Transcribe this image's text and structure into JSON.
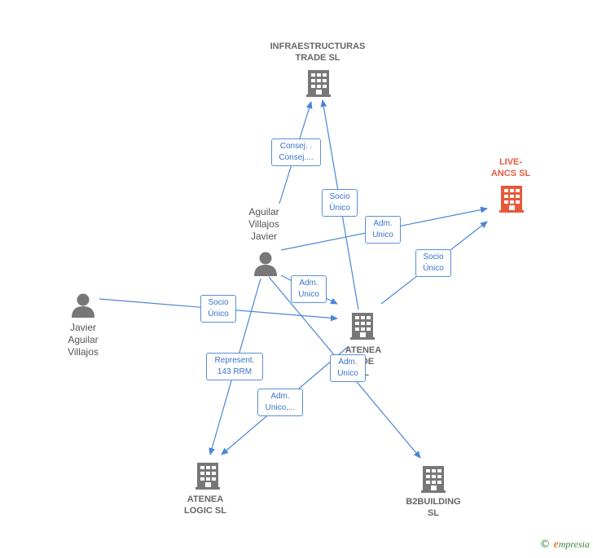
{
  "colors": {
    "edge": "#4a86d8",
    "building": "#777777",
    "building_highlight": "#e8593a",
    "person": "#777777"
  },
  "nodes": {
    "infraestructuras": {
      "label": "INFRAESTRUCTURAS\nTRADE SL",
      "icon": "building-icon"
    },
    "live_ancs": {
      "label": "LIVE-\nANCS  SL",
      "icon": "building-icon"
    },
    "aguilar_villajos_javier": {
      "label": "Aguilar\nVillajos\nJavier",
      "icon": "person-icon"
    },
    "javier_aguilar_villajos": {
      "label": "Javier\nAguilar\nVillajos",
      "icon": "person-icon"
    },
    "atenea_center": {
      "label": "ATENEA\nN DE\nSL",
      "icon": "building-icon"
    },
    "atenea_logic": {
      "label": "ATENEA\nLOGIC SL",
      "icon": "building-icon"
    },
    "b2building": {
      "label": "B2BUILDING\nSL",
      "icon": "building-icon"
    }
  },
  "edge_labels": {
    "consej": "Consej. .\nConsej....",
    "socio_unico_infra": "Socio\nÚnico",
    "adm_unico_live": "Adm.\nUnico",
    "socio_unico_live": "Socio\nÚnico",
    "adm_unico_atenea": "Adm.\nUnico",
    "socio_unico_javier": "Socio\nÚnico",
    "represent": "Represent.\n143 RRM",
    "adm_unico_b2": "Adm.\nUnico",
    "adm_unico_logic": "Adm.\nUnico,..."
  },
  "footer": {
    "copyright": "©",
    "brand_initial": "e",
    "brand_rest": "mpresia"
  }
}
